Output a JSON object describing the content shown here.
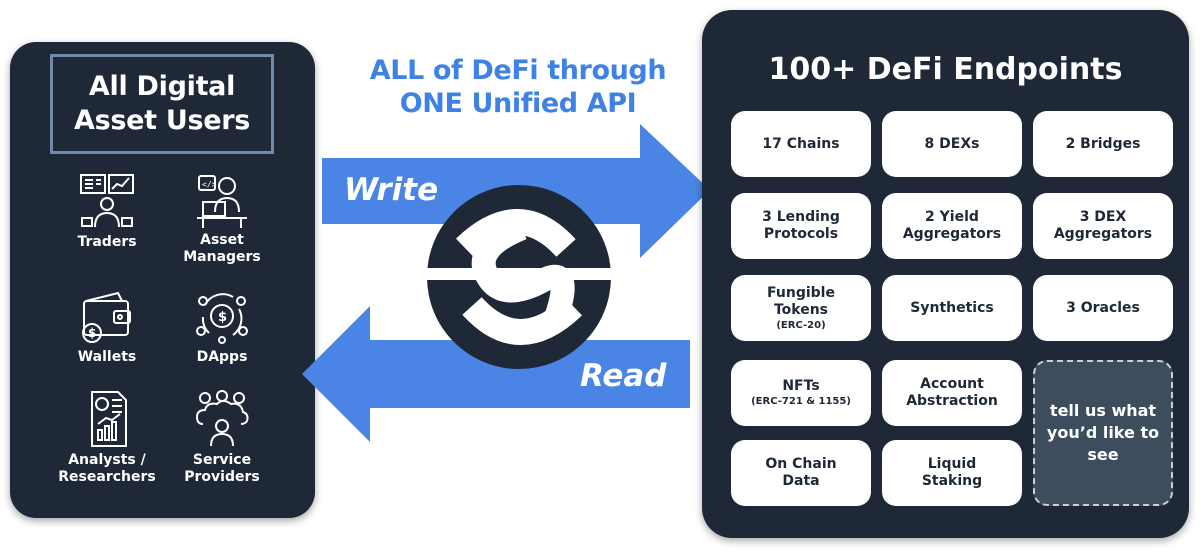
{
  "left_panel": {
    "title_lines": [
      "All Digital",
      "Asset Users"
    ],
    "users": [
      {
        "label": "Traders",
        "icon": "trader-monitor-icon"
      },
      {
        "label": "Asset\nManagers",
        "icon": "asset-manager-icon"
      },
      {
        "label": "Wallets",
        "icon": "wallet-icon"
      },
      {
        "label": "DApps",
        "icon": "dapp-network-icon"
      },
      {
        "label": "Analysts /\nResearchers",
        "icon": "analyst-report-icon"
      },
      {
        "label": "Service\nProviders",
        "icon": "service-cloud-icon"
      }
    ]
  },
  "headline": {
    "line1": "ALL of DeFi through",
    "line2": "ONE Unified API"
  },
  "arrows": {
    "write_label": "Write",
    "read_label": "Read"
  },
  "right_panel": {
    "title": "100+ DeFi Endpoints",
    "endpoints": [
      {
        "label": "17 Chains",
        "sub": ""
      },
      {
        "label": "8 DEXs",
        "sub": ""
      },
      {
        "label": "2 Bridges",
        "sub": ""
      },
      {
        "label": "3 Lending\nProtocols",
        "sub": ""
      },
      {
        "label": "2 Yield\nAggregators",
        "sub": ""
      },
      {
        "label": "3 DEX\nAggregators",
        "sub": ""
      },
      {
        "label": "Fungible\nTokens",
        "sub": "(ERC-20)"
      },
      {
        "label": "Synthetics",
        "sub": ""
      },
      {
        "label": "3 Oracles",
        "sub": ""
      },
      {
        "label": "NFTs",
        "sub": "(ERC-721 & 1155)"
      },
      {
        "label": "Account\nAbstraction",
        "sub": ""
      },
      {
        "label": "On Chain\nData",
        "sub": ""
      },
      {
        "label": "Liquid\nStaking",
        "sub": ""
      }
    ],
    "suggestion": "tell us what\nyou’d like to\nsee"
  },
  "colors": {
    "panel_bg": "#1e2837",
    "accent_blue": "#3f82e5",
    "box_border": "#6f8aab",
    "suggest_bg": "#3d4d5e"
  }
}
